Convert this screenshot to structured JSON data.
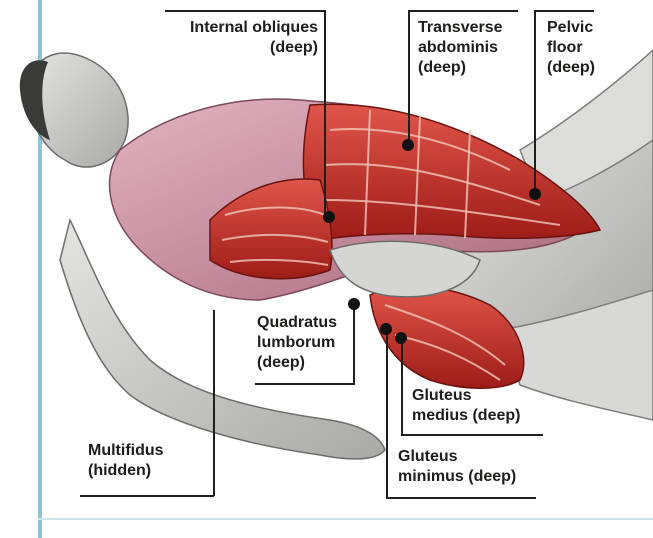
{
  "labels": {
    "internal_obliques": [
      "Internal obliques",
      "(deep)"
    ],
    "transverse_abdominis": [
      "Transverse",
      "abdominis",
      "(deep)"
    ],
    "pelvic_floor": [
      "Pelvic",
      "floor",
      "(deep)"
    ],
    "quadratus_lumborum": [
      "Quadratus",
      "lumborum",
      "(deep)"
    ],
    "gluteus_medius": [
      "Gluteus",
      "medius (deep)"
    ],
    "gluteus_minimus": [
      "Gluteus",
      "minimus (deep)"
    ],
    "multifidus": [
      "Multifidus",
      "(hidden)"
    ]
  },
  "colors": {
    "muscle_red": "#b8241f",
    "muscle_red_light": "#d9493f",
    "skin_grey": "#c9c9c7",
    "shirt_pink": "#c98b9b",
    "accent_blue": "#8fc4d6"
  }
}
